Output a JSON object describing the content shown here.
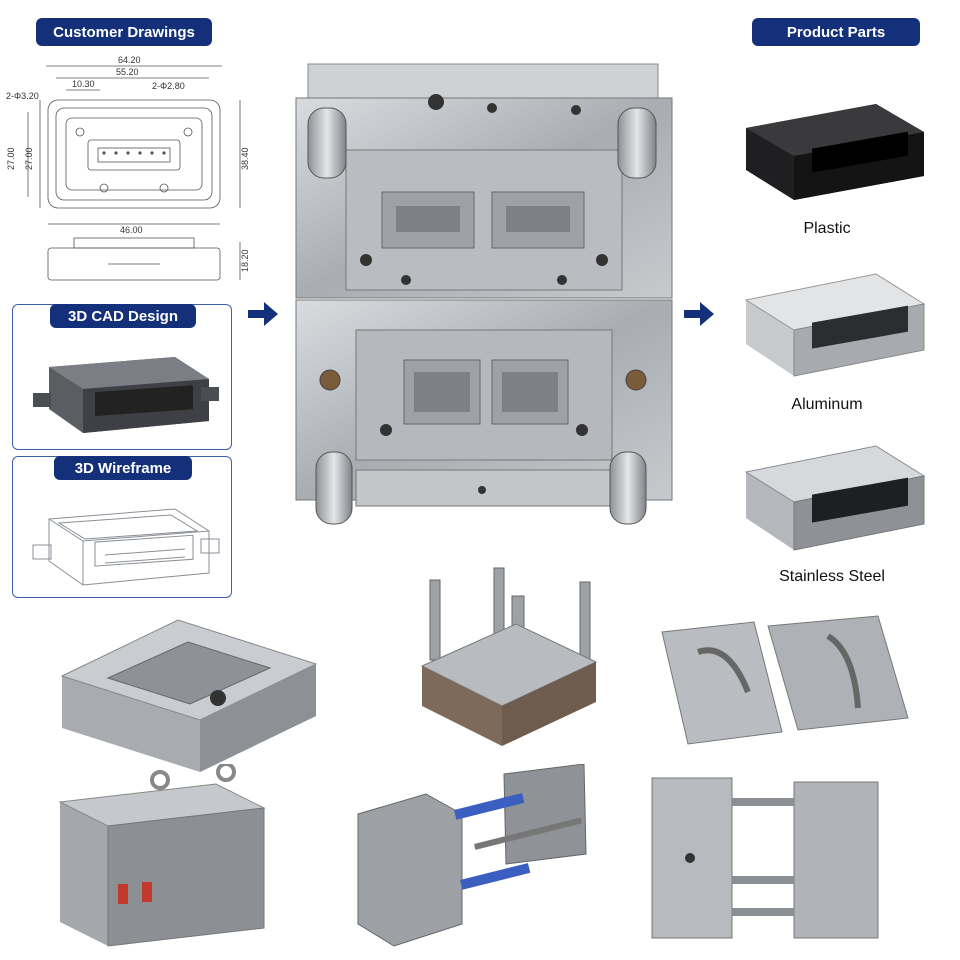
{
  "labels": {
    "customer_drawings": "Customer Drawings",
    "product_parts": "Product Parts",
    "cad_design": "3D CAD Design",
    "wireframe": "3D Wireframe"
  },
  "products": [
    {
      "name": "Plastic"
    },
    {
      "name": "Aluminum"
    },
    {
      "name": "Stainless Steel"
    }
  ],
  "dimensions": {
    "top_width": "64.20",
    "inner_width": "55.20",
    "left_offset": "10.30",
    "hole_left": "2-Φ3.20",
    "hole_right": "2-Φ2.80",
    "left_height_outer": "27.00",
    "left_height_inner": "27.00",
    "right_height": "38.40",
    "bottom_width": "46.00",
    "side_height": "18.20"
  },
  "colors": {
    "pill_bg": "#14307a",
    "arrow": "#14307a",
    "panel_border": "#3d5fa8"
  }
}
